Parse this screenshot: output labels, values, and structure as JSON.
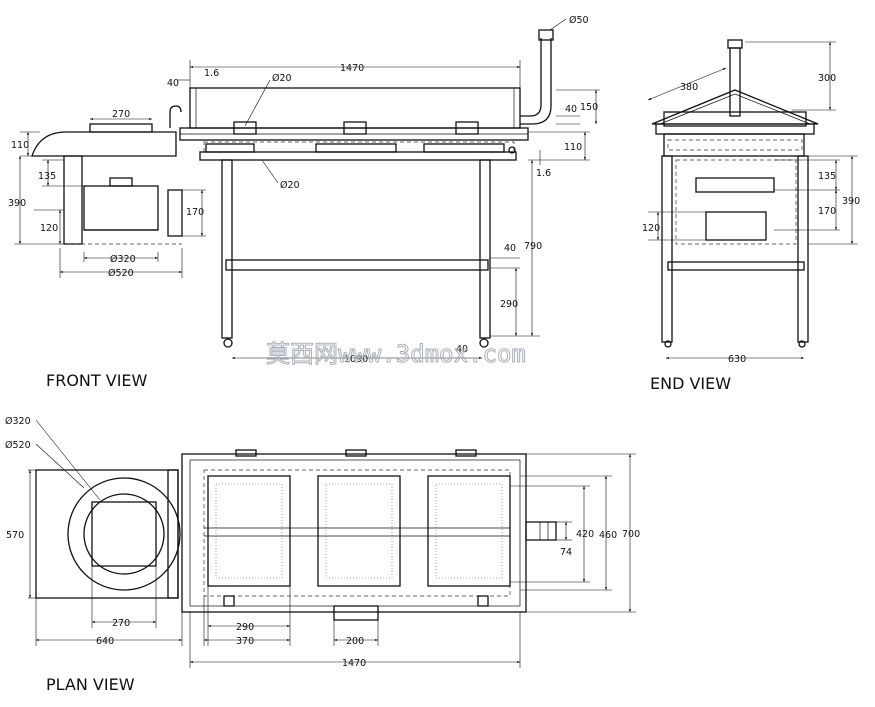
{
  "views": {
    "front": "FRONT VIEW",
    "end": "END VIEW",
    "plan": "PLAN VIEW"
  },
  "watermark": "莫西网www.3dmox.com",
  "front_dims": {
    "total_len": "1470",
    "d40_top": "40",
    "d16_top": "1.6",
    "dia20_top": "Ø20",
    "dia20_bot": "Ø20",
    "dia50": "Ø50",
    "d40_right": "40",
    "d150": "150",
    "d110_right": "110",
    "d16_right": "1.6",
    "d110_left": "110",
    "d270": "270",
    "d135": "135",
    "d390": "390",
    "d120": "120",
    "d170": "170",
    "dia320": "Ø320",
    "dia520": "Ø520",
    "d40_mid": "40",
    "d790": "790",
    "d290": "290",
    "d1090": "1090",
    "d40_bottom": "40"
  },
  "end_dims": {
    "d300": "300",
    "d380": "380",
    "d135": "135",
    "d390": "390",
    "d170": "170",
    "d120": "120",
    "d630": "630"
  },
  "plan_dims": {
    "dia320": "Ø320",
    "dia520": "Ø520",
    "d570": "570",
    "d270": "270",
    "d640": "640",
    "d290": "290",
    "d370": "370",
    "d200": "200",
    "d1470": "1470",
    "d420": "420",
    "d460": "460",
    "d700": "700",
    "d74": "74"
  }
}
